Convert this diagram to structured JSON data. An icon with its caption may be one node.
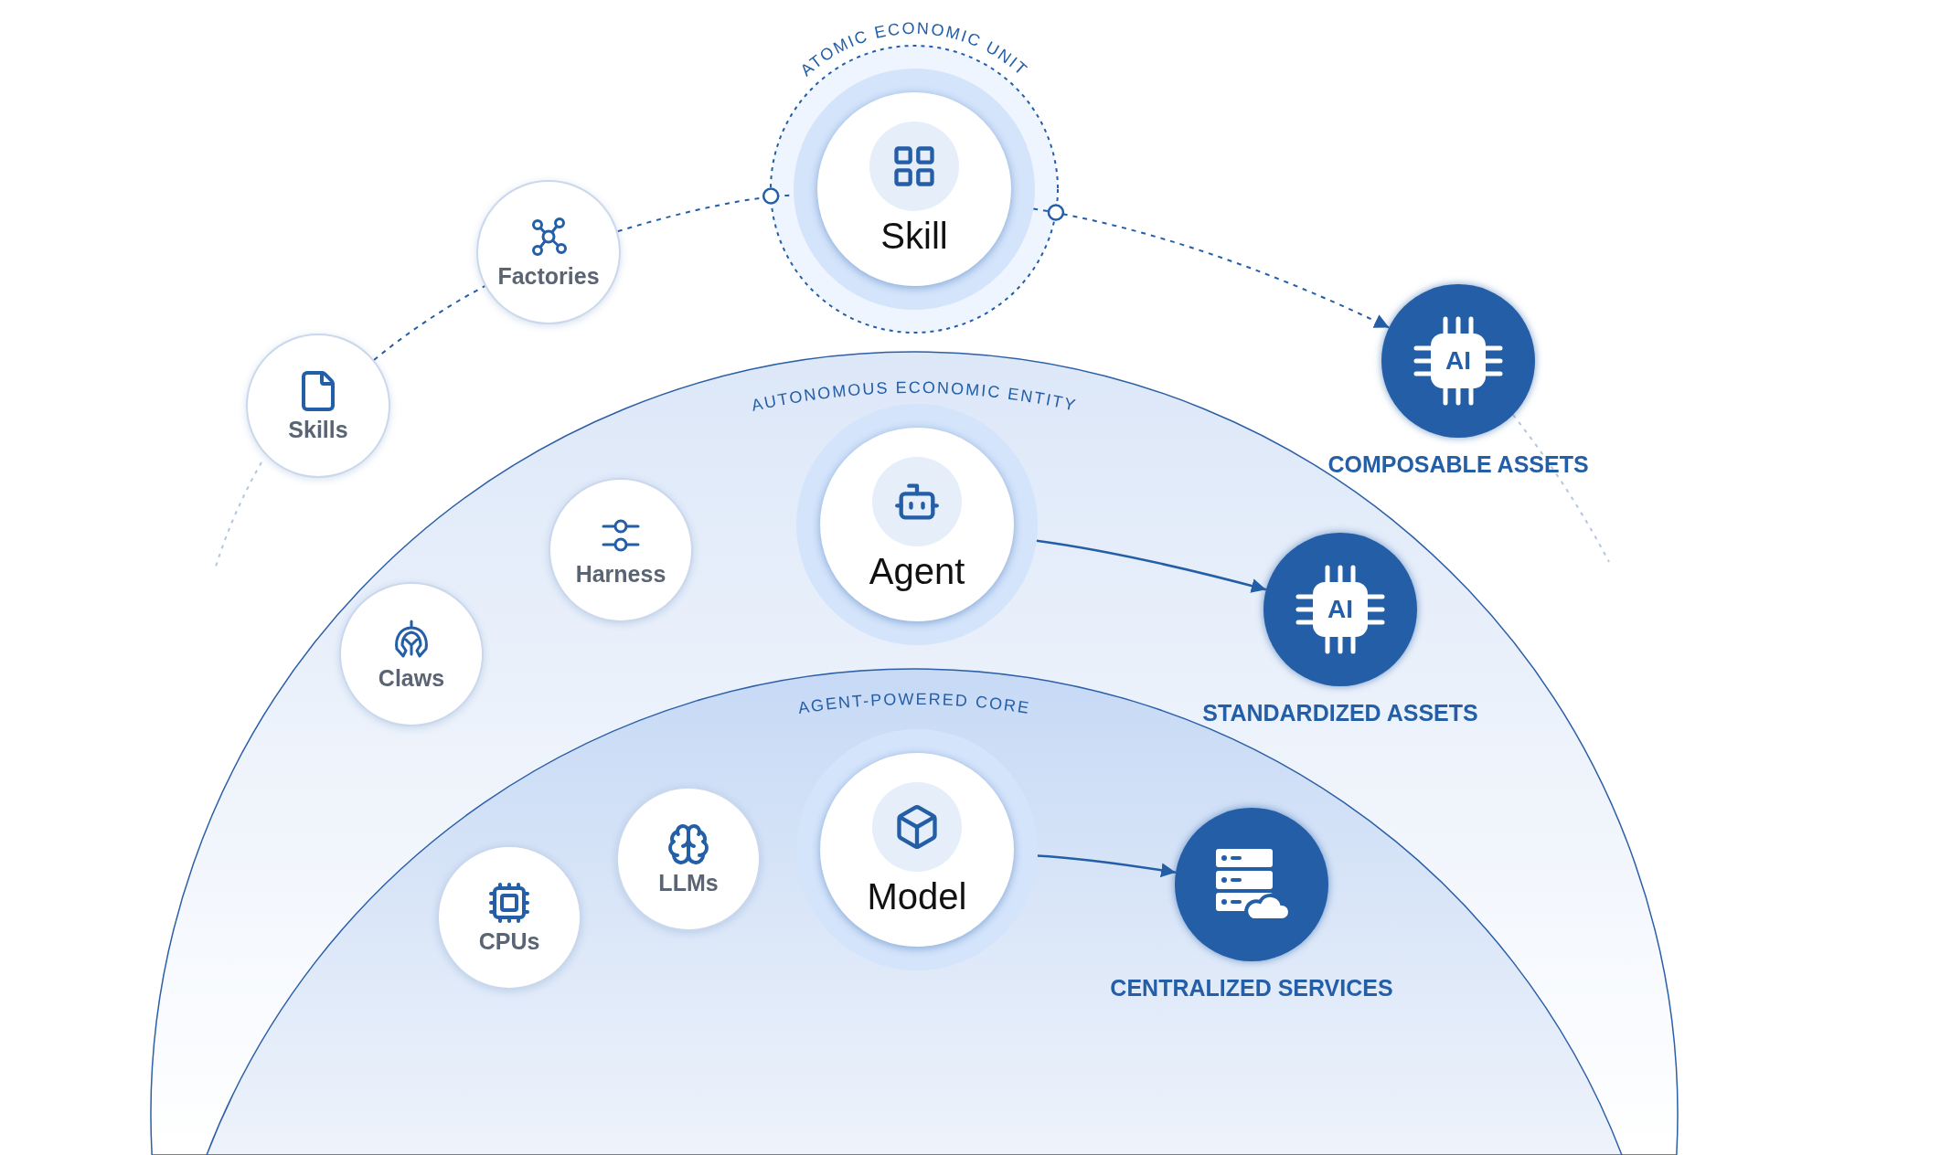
{
  "diagram": {
    "nodes": [
      {
        "text": [
          "ATOMIC ECONOMIC UNIT"
        ]
      },
      {
        "text": [
          "Skill"
        ],
        "in": 0
      },
      {
        "text": [
          "Factories"
        ]
      },
      {
        "text": [
          "Skills"
        ]
      },
      {
        "text": [
          "AI",
          "COMPOSABLE ASSETS"
        ]
      },
      {
        "text": [
          "AUTONOMOUS ECONOMIC ENTITY"
        ]
      },
      {
        "text": [
          "Harness"
        ],
        "in": 5
      },
      {
        "text": [
          "Agent"
        ],
        "in": 5
      },
      {
        "text": [
          "Claws"
        ],
        "in": 5
      },
      {
        "text": [
          "AI",
          "STANDARDIZED ASSETS"
        ],
        "in": 5
      },
      {
        "text": [
          "AGENT-POWERED CORE"
        ],
        "in": 5
      },
      {
        "text": [
          "LLMs"
        ],
        "in": 10
      },
      {
        "text": [
          "Model"
        ],
        "in": 10
      },
      {
        "text": [
          "CPUs"
        ],
        "in": 10
      },
      {
        "text": [
          "CENTRALIZED SERVICES"
        ],
        "in": 10
      }
    ],
    "edges": [
      {
        "from": 3,
        "to": 2,
        "arrow": "none",
        "style": "dashed"
      },
      {
        "from": 2,
        "to": 1,
        "arrow": "none",
        "style": "dashed"
      },
      {
        "from": 1,
        "to": 4,
        "arrow": "to",
        "style": "dashed"
      },
      {
        "from": 7,
        "to": 9,
        "arrow": "to"
      },
      {
        "from": 12,
        "to": 14,
        "arrow": "to"
      }
    ]
  }
}
